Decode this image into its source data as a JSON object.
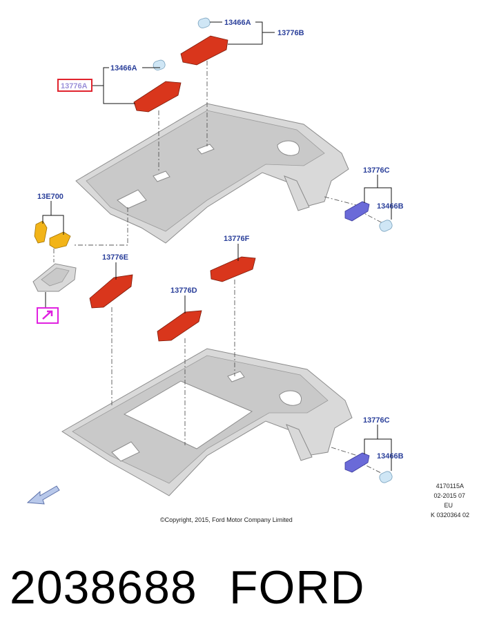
{
  "colors": {
    "label_blue": "#2a3f9a",
    "lamp_red": "#d9361c",
    "amber": "#f2b418",
    "clip_blue": "#6a6ad8",
    "highlight_red": "#e0232d",
    "highlight_magenta": "#e020e0"
  },
  "labels": {
    "l1": "13466A",
    "l2": "13776B",
    "l3": "13466A",
    "l4": "13776A",
    "l5": "13776C",
    "l6": "13466B",
    "l7": "13E700",
    "l8": "13776F",
    "l9": "13776E",
    "l10": "13776D",
    "l11": "13776C",
    "l12": "13466B"
  },
  "icons": {
    "reference_link": "arrow-link-icon",
    "front_direction": "front-direction-arrow-icon"
  },
  "meta": {
    "ref1": "4170115A",
    "ref2": "02-2015 07",
    "ref3": "EU",
    "ref4": "K 0320364 02",
    "copyright": "©Copyright, 2015, Ford Motor Company Limited"
  },
  "footer": {
    "part_number": "2038688",
    "brand": "FORD"
  }
}
